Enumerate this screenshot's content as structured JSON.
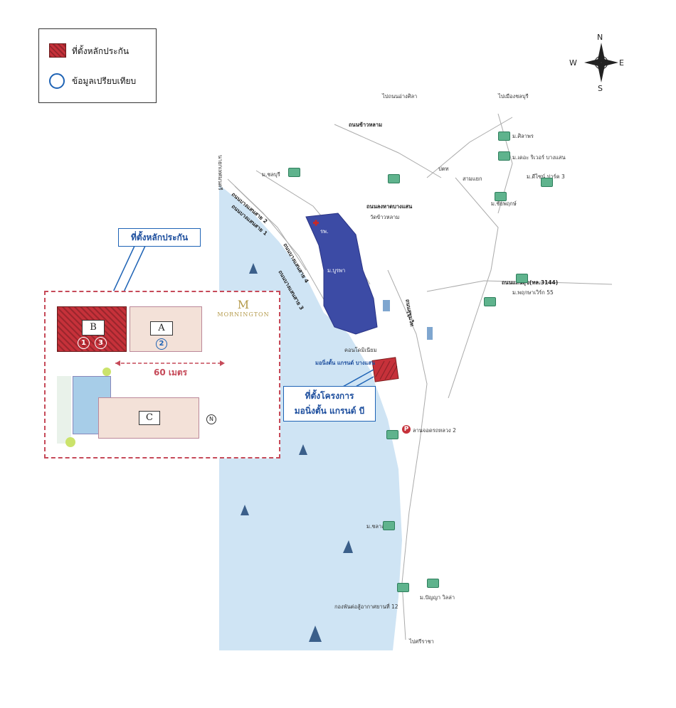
{
  "legend": {
    "collateral": "ที่ตั้งหลักประกัน",
    "comparison": "ข้อมูลเปรียบเทียบ"
  },
  "compass": {
    "n": "N",
    "s": "S",
    "e": "E",
    "w": "W"
  },
  "colors": {
    "sea": "#cfe4f4",
    "collateral": "#c6313a",
    "zone": "#3c4ba5",
    "callout": "#1e63b5",
    "inset_border": "#c64a59"
  },
  "callouts": {
    "collateral": "ที่ตั้งหลักประกัน",
    "project_line1": "ที่ตั้งโครงการ",
    "project_line2": "มอนิ่งตั้น แกรนด์ บี"
  },
  "inset": {
    "brand": "MORNINGTON",
    "building_b": "B",
    "building_a": "A",
    "building_c": "C",
    "distance": "60 เมตร",
    "pin1": "1",
    "pin2": "2",
    "pin3": "3"
  },
  "map_labels": {
    "to_ang_sila": "ไปถนนอ่างศิลา",
    "to_chonburi": "ไปเมืองชลบุรี",
    "road_khaolam": "ถนนข้าวหลาม",
    "mayor": "นายกเทศมนตรี",
    "bangsaen_2": "ถนนบางแสนสาย 2",
    "bangsaen_1": "ถนนบางแสนสาย 1",
    "bangsaen_4": "ถนนบางแสนสาย 4",
    "bangsaen_3": "ถนนบางแสนสาย 3",
    "mon_burapha": "ม.บูรพา",
    "ptt": "ปตท",
    "mon_chonburi": "ม.ชลบุรี",
    "sukhumvit_3144": "ถนนแสนสุข(ทล.3144)",
    "project_map": "มอนิ่งตั้น แกรนด์ บางแสน",
    "condo": "คอนโดมิเนียม",
    "to_sriracha": "ไปศรีราชา",
    "mon_banglamung": "ม.ชลาลูน่า",
    "sukhumvit": "ถนนสุขุมวิท",
    "wat_khaolam": "วัดข้าวหลาม",
    "parking_2": "ลานจอดรถหลวง 2",
    "kop_12": "กองพันต่อสู้อากาศยานที่ 12",
    "mon_55": "ม.พฤกษาเวิร์ก 55",
    "samut": "สามแยก",
    "bangsaen_rd": "ถนนลงหาดบางแสน",
    "mon_chaiya": "ม.ชัยพฤกษ์",
    "mon_s3": "ม.ดีไซน์ ปาร์ค 3",
    "hospital": "รพ.",
    "mon_silaphorn": "ม.ศิลาพร",
    "mon_panya": "ม.ปัญญา วิลล่า",
    "mon_kittirat": "ม.เดอะ ริเวอร์ บางแสน"
  }
}
